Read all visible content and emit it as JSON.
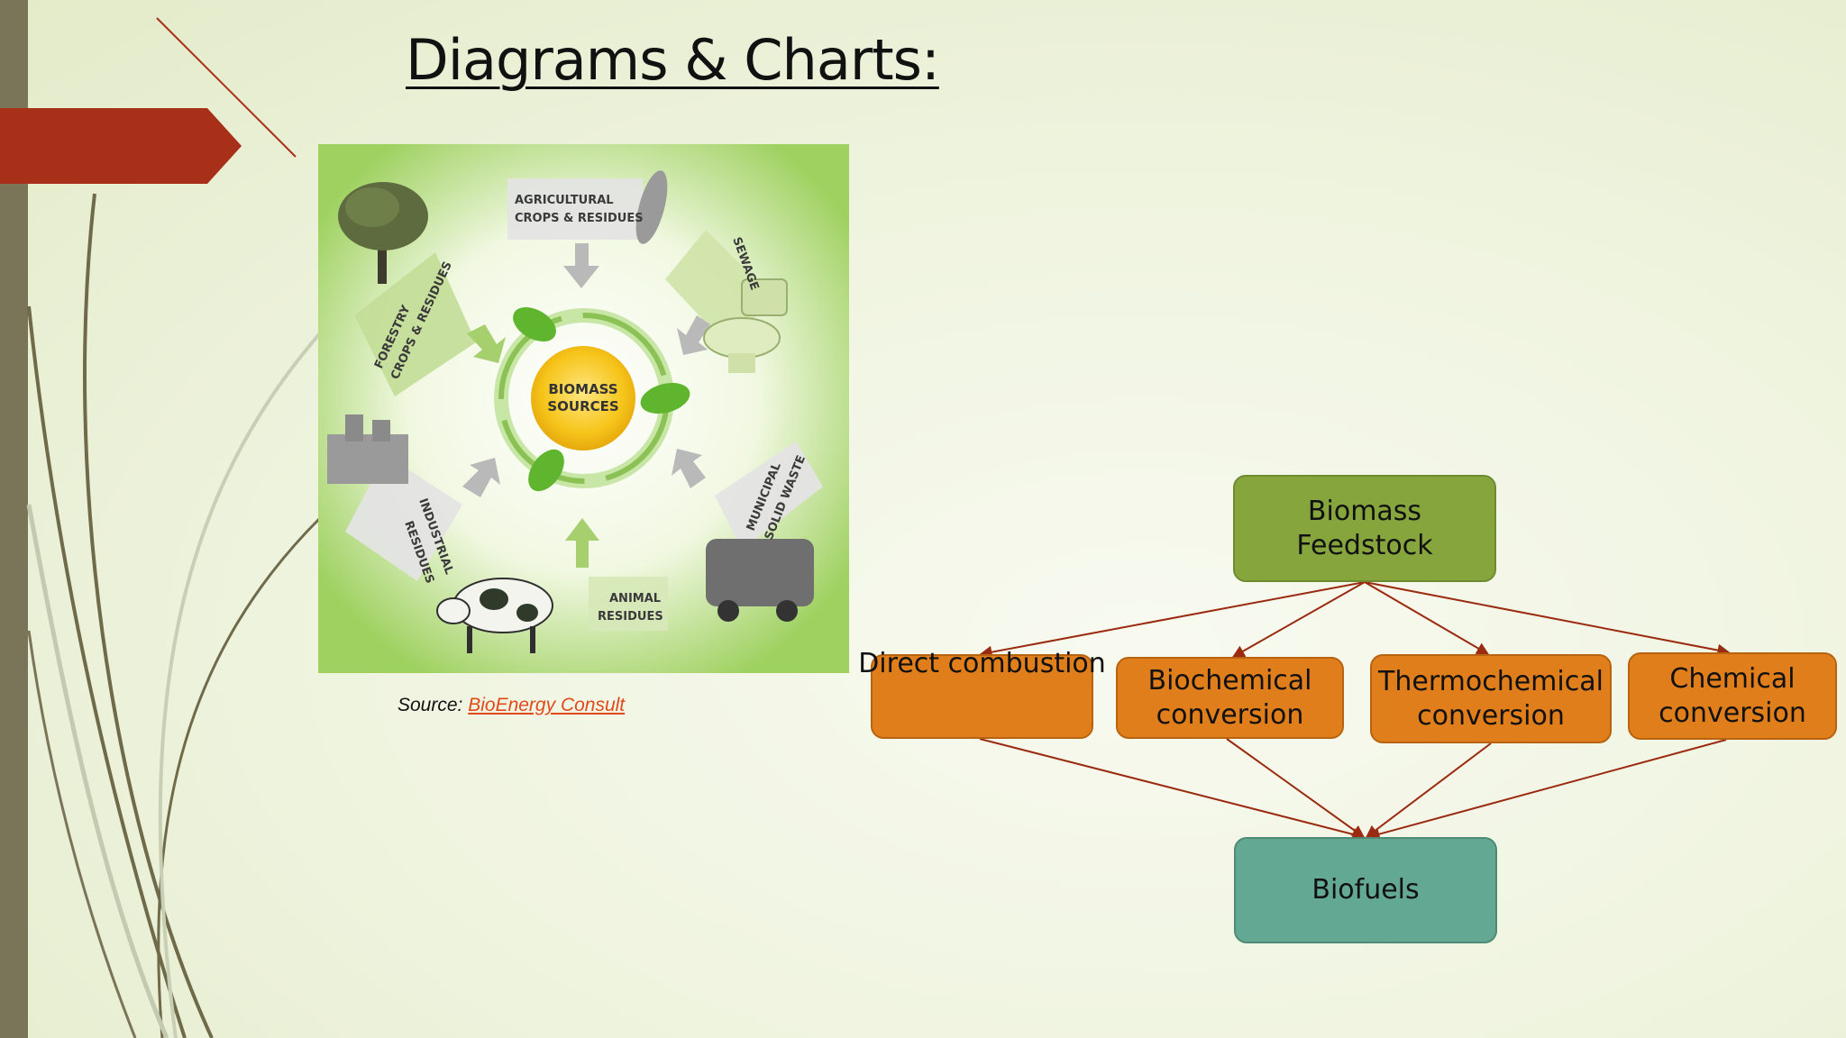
{
  "slide": {
    "title": "Diagrams & Charts:"
  },
  "image": {
    "center_label_line1": "BIOMASS",
    "center_label_line2": "SOURCES",
    "labels": {
      "agricultural_line1": "AGRICULTURAL",
      "agricultural_line2": "CROPS & RESIDUES",
      "sewage": "SEWAGE",
      "forestry_line1": "FORESTRY",
      "forestry_line2": "CROPS & RESIDUES",
      "industrial_line1": "INDUSTRIAL",
      "industrial_line2": "RESIDUES",
      "municipal_line1": "MUNICIPAL",
      "municipal_line2": "SOLID WASTE",
      "animal_line1": "ANIMAL",
      "animal_line2": "RESIDUES"
    }
  },
  "caption": {
    "prefix": "Source: ",
    "link_text": "BioEnergy Consult"
  },
  "flowchart": {
    "feedstock_line1": "Biomass",
    "feedstock_line2": "Feedstock",
    "direct": "Direct combustion",
    "biochemical_line1": "Biochemical",
    "biochemical_line2": "conversion",
    "thermochemical_line1": "Thermochemical",
    "thermochemical_line2": "conversion",
    "chemical_line1": "Chemical",
    "chemical_line2": "conversion",
    "output": "Biofuels"
  },
  "colors": {
    "accent_red": "#a83018",
    "feedstock_green": "#86a53c",
    "process_orange": "#e07e1b",
    "output_teal": "#63a892",
    "arrow": "#9a2a10"
  }
}
